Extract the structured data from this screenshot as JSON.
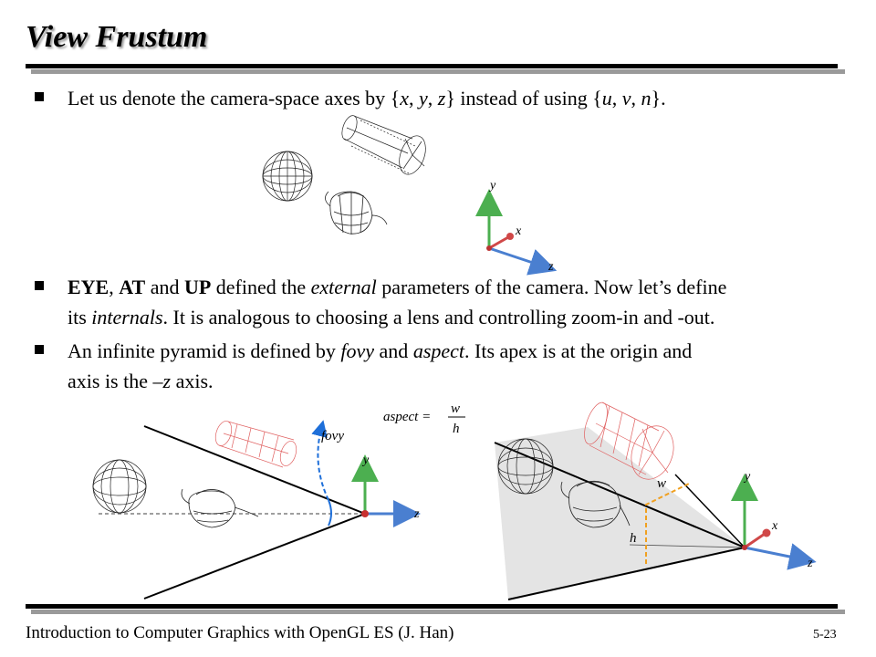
{
  "slide": {
    "title": "View Frustum",
    "bullets": [
      {
        "parts": [
          {
            "t": "Let us denote the camera-space axes by {"
          },
          {
            "t": "x",
            "i": true
          },
          {
            "t": ", "
          },
          {
            "t": "y",
            "i": true
          },
          {
            "t": ", "
          },
          {
            "t": "z",
            "i": true
          },
          {
            "t": "} instead of using {"
          },
          {
            "t": "u",
            "i": true
          },
          {
            "t": ", "
          },
          {
            "t": "v",
            "i": true
          },
          {
            "t": ", "
          },
          {
            "t": "n",
            "i": true
          },
          {
            "t": "}."
          }
        ]
      },
      {
        "parts": [
          {
            "t": "EYE",
            "b": true
          },
          {
            "t": ", "
          },
          {
            "t": "AT",
            "b": true
          },
          {
            "t": " and "
          },
          {
            "t": "UP",
            "b": true
          },
          {
            "t": " defined the "
          },
          {
            "t": "external",
            "i": true
          },
          {
            "t": " parameters of the camera. Now let’s define"
          },
          {
            "br": true
          },
          {
            "t": "its "
          },
          {
            "t": "internals",
            "i": true
          },
          {
            "t": ". It is analogous to choosing a lens and controlling zoom-in and -out."
          }
        ]
      },
      {
        "parts": [
          {
            "t": "An infinite pyramid is defined by "
          },
          {
            "t": "fovy",
            "i": true
          },
          {
            "t": " and "
          },
          {
            "t": "aspect",
            "i": true
          },
          {
            "t": ". Its apex is at the origin and"
          },
          {
            "br": true
          },
          {
            "t": "axis is the –"
          },
          {
            "t": "z",
            "i": true
          },
          {
            "t": " axis."
          }
        ]
      }
    ],
    "axis_labels": {
      "x": "x",
      "y": "y",
      "z": "z"
    },
    "figure_labels": {
      "fovy": "fovy",
      "aspect_lhs": "aspect =",
      "aspect_num": "w",
      "aspect_den": "h",
      "w": "w",
      "h": "h"
    },
    "footer": {
      "left": "Introduction to Computer Graphics with OpenGL ES (J. Han)",
      "right": "5-23"
    },
    "colors": {
      "axis_y": "#4caf50",
      "axis_z": "#4a7fd0",
      "axis_x": "#d04848",
      "fovy_arrow": "#1e6fd9",
      "dashed_orange": "#f0a020",
      "frustum_fill": "#e4e4e4",
      "red_wire": "#e06060",
      "rule_gray": "#9a9a9a"
    }
  }
}
